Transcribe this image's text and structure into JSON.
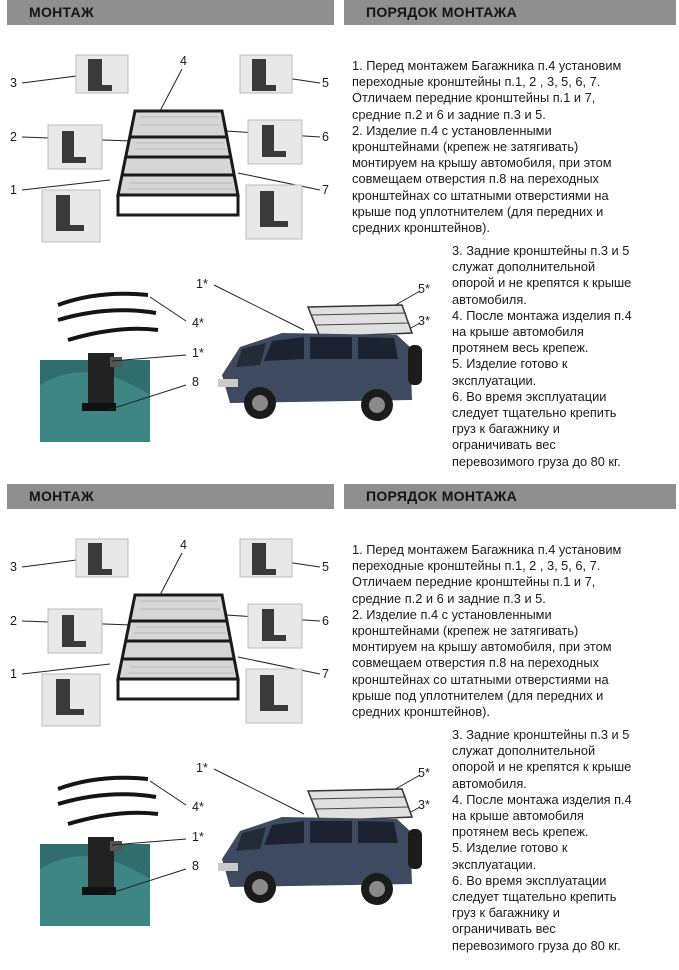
{
  "sections": [
    {
      "montage_title": "МОНТАЖ",
      "order_title": "ПОРЯДОК МОНТАЖА",
      "steps_top": [
        "1. Перед монтажем Багажника п.4 установим",
        "переходные кронштейны п.1, 2 , 3, 5, 6, 7.",
        "Отличаем передние кронштейны п.1 и 7,",
        "средние п.2 и 6 и задние п.3 и 5.",
        "2. Изделие  п.4 с установленными",
        "кронштейнами (крепеж не затягивать)",
        "монтируем на крышу автомобиля, при этом",
        "совмещаем отверстия п.8 на переходных",
        "кронштейнах  со штатными отверстиями на",
        "крыше под уплотнителем (для передних и",
        "средних кронштейнов)."
      ],
      "steps_bottom": [
        "3. Задние кронштейны п.3 и 5",
        "служат дополнительной",
        "опорой и не крепятся к крыше",
        "автомобиля.",
        "4. После монтажа изделия п.4",
        "на крыше автомобиля",
        "протянем весь крепеж.",
        "5. Изделие готово к",
        "эксплуатации.",
        "6. Во время эксплуатации",
        "следует тщательно крепить",
        "груз к багажнику и",
        "ограничивать вес",
        "перевозимого груза  до 80 кг."
      ],
      "callouts_top": [
        "1",
        "2",
        "3",
        "4",
        "5",
        "6",
        "7"
      ],
      "callouts_bottom": [
        "1*",
        "4*",
        "1*",
        "8",
        "1*",
        "5*",
        "3*"
      ]
    },
    {
      "montage_title": "МОНТАЖ",
      "order_title": "ПОРЯДОК МОНТАЖА",
      "steps_top": [
        "1. Перед монтажем Багажника п.4 установим",
        "переходные кронштейны п.1, 2 , 3, 5, 6, 7.",
        "Отличаем передние кронштейны п.1 и 7,",
        "средние п.2 и 6 и задние п.3 и 5.",
        "2. Изделие  п.4 с установленными",
        "кронштейнами (крепеж не затягивать)",
        "монтируем на крышу автомобиля, при этом",
        "совмещаем отверстия п.8 на переходных",
        "кронштейнах  со штатными отверстиями на",
        "крыше под уплотнителем (для передних и",
        "средних кронштейнов)."
      ],
      "steps_bottom": [
        "3. Задние кронштейны п.3 и 5",
        "служат дополнительной",
        "опорой и не крепятся к крыше",
        "автомобиля.",
        "4. После монтажа изделия п.4",
        "на крыше автомобиля",
        "протянем весь крепеж.",
        "5. Изделие готово к",
        "эксплуатации.",
        "6. Во время эксплуатации",
        "следует тщательно крепить",
        "груз к багажнику и",
        "ограничивать вес",
        "перевозимого груза  до 80 кг."
      ],
      "callouts_top": [
        "1",
        "2",
        "3",
        "4",
        "5",
        "6",
        "7"
      ],
      "callouts_bottom": [
        "1*",
        "4*",
        "1*",
        "8",
        "1*",
        "5*",
        "3*"
      ]
    }
  ]
}
